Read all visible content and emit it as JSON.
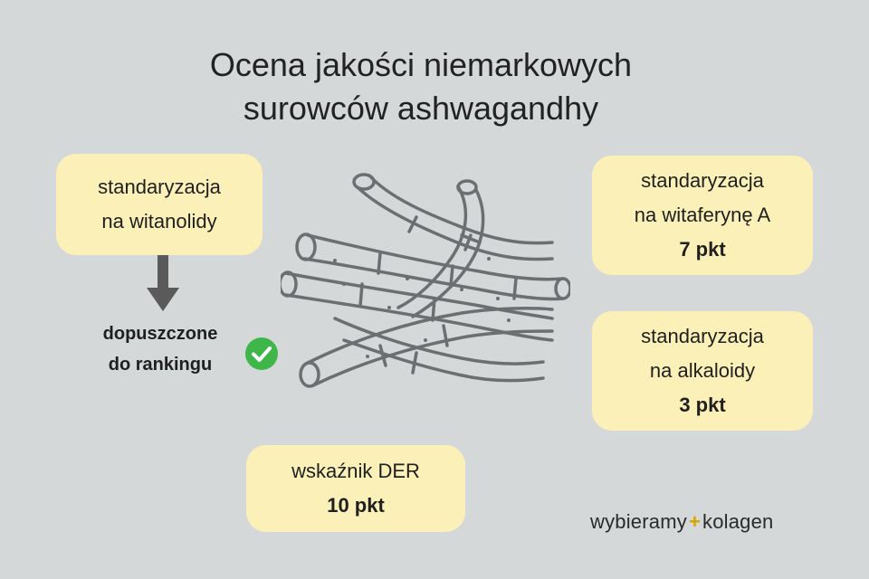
{
  "title": {
    "line1": "Ocena jakości niemarkowych",
    "line2": "surowców ashwagandhy"
  },
  "boxes": {
    "witanolidy": {
      "line1": "standaryzacja",
      "line2": "na witanolidy"
    },
    "witaferyna": {
      "line1": "standaryzacja",
      "line2": "na witaferynę A",
      "points": "7 pkt"
    },
    "alkaloidy": {
      "line1": "standaryzacja",
      "line2": "na alkaloidy",
      "points": "3 pkt"
    },
    "der": {
      "line1": "wskaźnik DER",
      "points": "10 pkt"
    }
  },
  "accepted": {
    "line1": "dopuszczone",
    "line2": "do rankingu"
  },
  "brand": {
    "part1": "wybieramy",
    "mark": "+",
    "part2": "kolagen"
  },
  "colors": {
    "background": "#d5d8d9",
    "box": "#fbf0b8",
    "check": "#3fb64a",
    "arrow": "#5a5a5a",
    "roots_stroke": "#6b6f72"
  },
  "icons": {
    "arrow": "down-arrow-icon",
    "check": "check-circle-icon",
    "illustration": "ashwagandha-roots-illustration"
  }
}
